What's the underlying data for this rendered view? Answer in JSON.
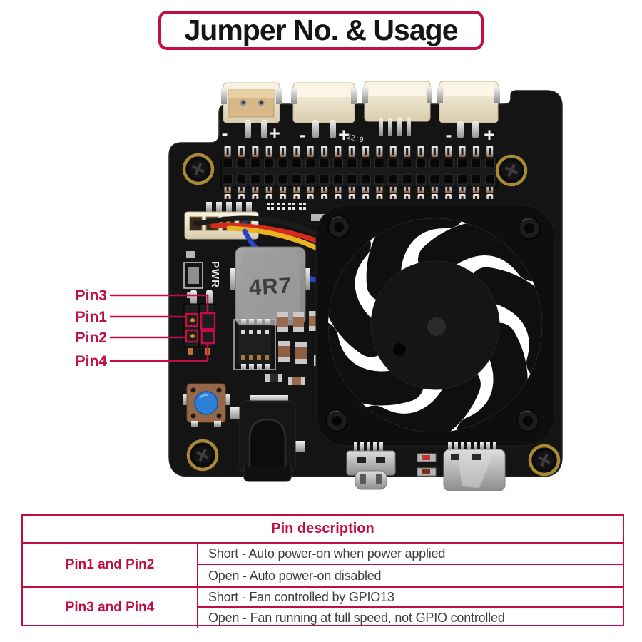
{
  "title": "Jumper No. & Usage",
  "board": {
    "pwr_silkscreen": "PWR",
    "inductor_marking": "4R7",
    "silkscreen_code": "22:9",
    "connector_minus": "-",
    "connector_plus": "+"
  },
  "callouts": {
    "pin3": "Pin3",
    "pin1": "Pin1",
    "pin2": "Pin2",
    "pin4": "Pin4"
  },
  "table": {
    "header": "Pin description",
    "rows": [
      {
        "pin": "Pin1 and Pin2",
        "descriptions": [
          "Short - Auto power-on when power applied",
          "Open - Auto power-on disabled"
        ]
      },
      {
        "pin": "Pin3 and Pin4",
        "descriptions": [
          "Short - Fan controlled by GPIO13",
          "Open - Fan running at full speed, not GPIO controlled"
        ]
      }
    ]
  },
  "colors": {
    "accent": "#c30e45",
    "board_black": "#141414",
    "button_blue": "#2f80d8",
    "screw_gold_ring": "#a98a33"
  }
}
